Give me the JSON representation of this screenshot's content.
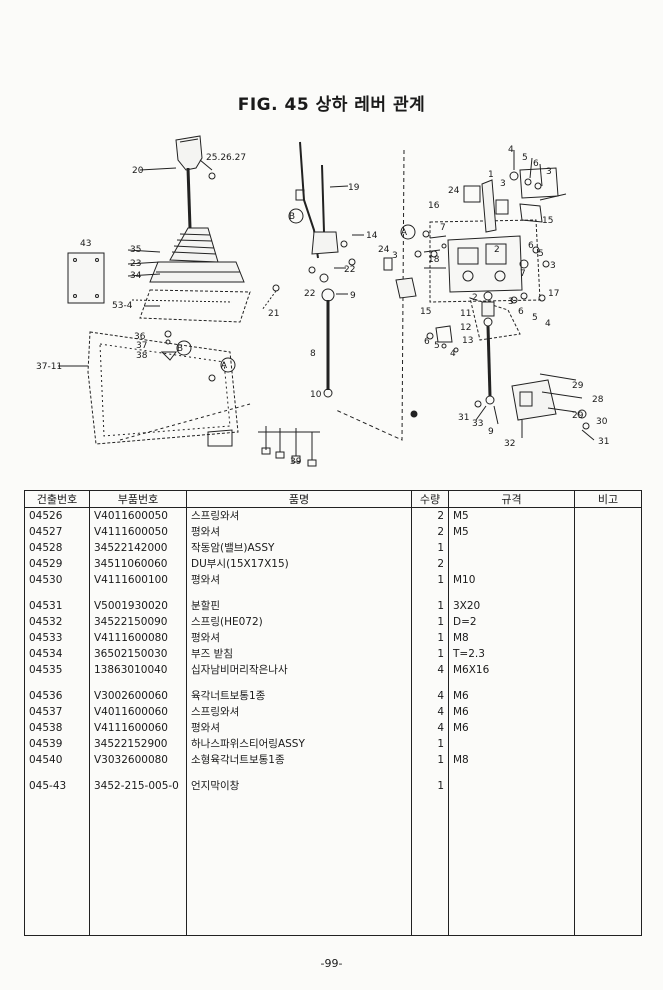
{
  "header": {
    "title": "FIG. 45 상하 레버 관계"
  },
  "callouts": {
    "c1": "1",
    "c2": "2",
    "c3": "3",
    "c4": "4",
    "c5": "5",
    "c6": "6",
    "c7": "7",
    "c8": "8",
    "c9": "9",
    "c10": "10",
    "c11": "11",
    "c12": "12",
    "c13": "13",
    "c14": "14",
    "c15": "15",
    "c16": "16",
    "c17": "17",
    "c18": "18",
    "c19": "19",
    "c20": "20",
    "c21": "21",
    "c22": "22",
    "c23": "23",
    "c24": "24",
    "c252627": "25.26.27",
    "c28": "28",
    "c29": "29",
    "c30": "30",
    "c31": "31",
    "c32": "32",
    "c33": "33",
    "c34": "34",
    "c35": "35",
    "c36": "36",
    "c37": "37",
    "c38": "38",
    "c39": "39",
    "c43": "43",
    "ref5": "53-4",
    "ref37": "37-11",
    "circA": "A",
    "circB": "B"
  },
  "table": {
    "headers": {
      "build_no": "건출번호",
      "part_no": "부품번호",
      "name": "품명",
      "qty": "수량",
      "spec": "규격",
      "note": "비고"
    },
    "rows": [
      {
        "build_no": "04526",
        "part_no": "V4011600050",
        "name": "스프링와셔",
        "qty": "2",
        "spec": "M5",
        "note": ""
      },
      {
        "build_no": "04527",
        "part_no": "V4111600050",
        "name": "평와셔",
        "qty": "2",
        "spec": "M5",
        "note": ""
      },
      {
        "build_no": "04528",
        "part_no": "34522142000",
        "name": "작동암(밸브)ASSY",
        "qty": "1",
        "spec": "",
        "note": ""
      },
      {
        "build_no": "04529",
        "part_no": "34511060060",
        "name": "DU부시(15X17X15)",
        "qty": "2",
        "spec": "",
        "note": ""
      },
      {
        "build_no": "04530",
        "part_no": "V4111600100",
        "name": "평와셔",
        "qty": "1",
        "spec": "M10",
        "note": ""
      },
      {
        "build_no": "04531",
        "part_no": "V5001930020",
        "name": "분할핀",
        "qty": "1",
        "spec": "3X20",
        "note": ""
      },
      {
        "build_no": "04532",
        "part_no": "34522150090",
        "name": "스프링(HE072)",
        "qty": "1",
        "spec": "D=2",
        "note": ""
      },
      {
        "build_no": "04533",
        "part_no": "V4111600080",
        "name": "평와셔",
        "qty": "1",
        "spec": "M8",
        "note": ""
      },
      {
        "build_no": "04534",
        "part_no": "36502150030",
        "name": "부즈 받침",
        "qty": "1",
        "spec": "T=2.3",
        "note": ""
      },
      {
        "build_no": "04535",
        "part_no": "13863010040",
        "name": "십자남비머리작은나사",
        "qty": "4",
        "spec": "M6X16",
        "note": ""
      },
      {
        "build_no": "04536",
        "part_no": "V3002600060",
        "name": "육각너트보통1종",
        "qty": "4",
        "spec": "M6",
        "note": ""
      },
      {
        "build_no": "04537",
        "part_no": "V4011600060",
        "name": "스프링와셔",
        "qty": "4",
        "spec": "M6",
        "note": ""
      },
      {
        "build_no": "04538",
        "part_no": "V4111600060",
        "name": "평와셔",
        "qty": "4",
        "spec": "M6",
        "note": ""
      },
      {
        "build_no": "04539",
        "part_no": "34522152900",
        "name": "하나스파위스티어링ASSY",
        "qty": "1",
        "spec": "",
        "note": ""
      },
      {
        "build_no": "04540",
        "part_no": "V3032600080",
        "name": "소형육각너트보통1종",
        "qty": "1",
        "spec": "M8",
        "note": ""
      },
      {
        "build_no": "045-43",
        "part_no": "3452-215-005-0",
        "name": "언지막이창",
        "qty": "1",
        "spec": "",
        "note": ""
      }
    ]
  },
  "footer": {
    "page_label": "-99-"
  }
}
